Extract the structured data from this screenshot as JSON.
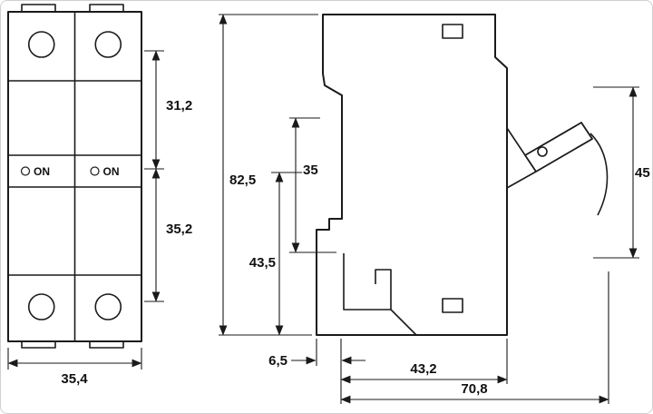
{
  "drawing": {
    "front_view": {
      "on_left": "ON",
      "on_right": "ON",
      "dim_upper": "31,2",
      "dim_lower": "35,2",
      "dim_width": "35,4"
    },
    "side_view": {
      "dim_overall_height": "82,5",
      "dim_mid_height": "35",
      "dim_lower_height": "43,5",
      "dim_front_height": "45",
      "dim_rail_offset": "6,5",
      "dim_body_depth": "43,2",
      "dim_total_depth": "70,8"
    },
    "colors": {
      "line": "#1a1a1a",
      "background": "#ffffff"
    }
  }
}
